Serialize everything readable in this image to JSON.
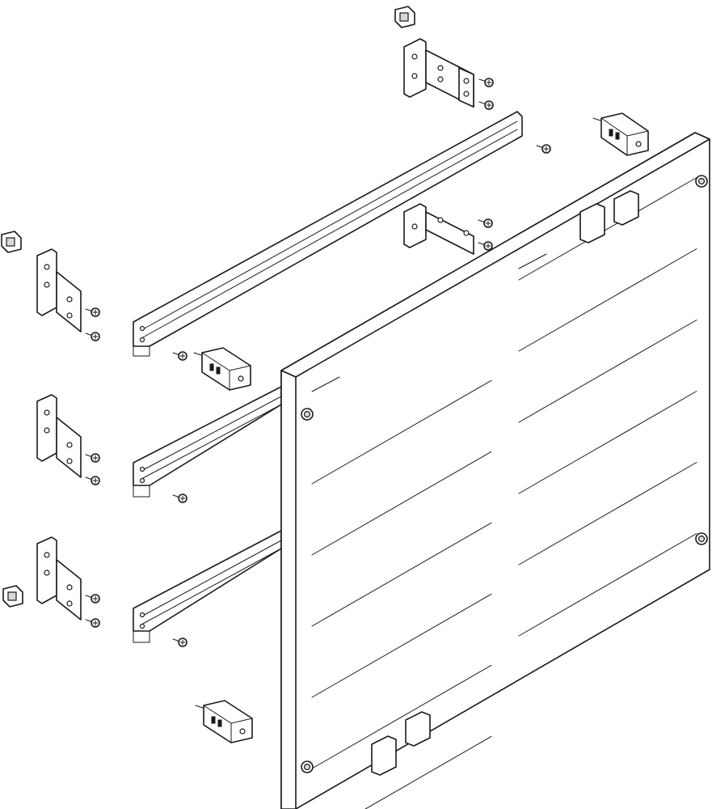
{
  "diagram": {
    "kind": "exploded-assembly-drawing",
    "text_labels": [],
    "colors": {
      "line": "#1a1a1a",
      "fill": "#ffffff",
      "shade": "#d8d8d8"
    },
    "parts": {
      "cover_panel": 1,
      "horizontal_rails": 3,
      "mounting_brackets": 5,
      "terminal_blocks": 3,
      "cage_nuts": 3,
      "screws": 18
    }
  }
}
